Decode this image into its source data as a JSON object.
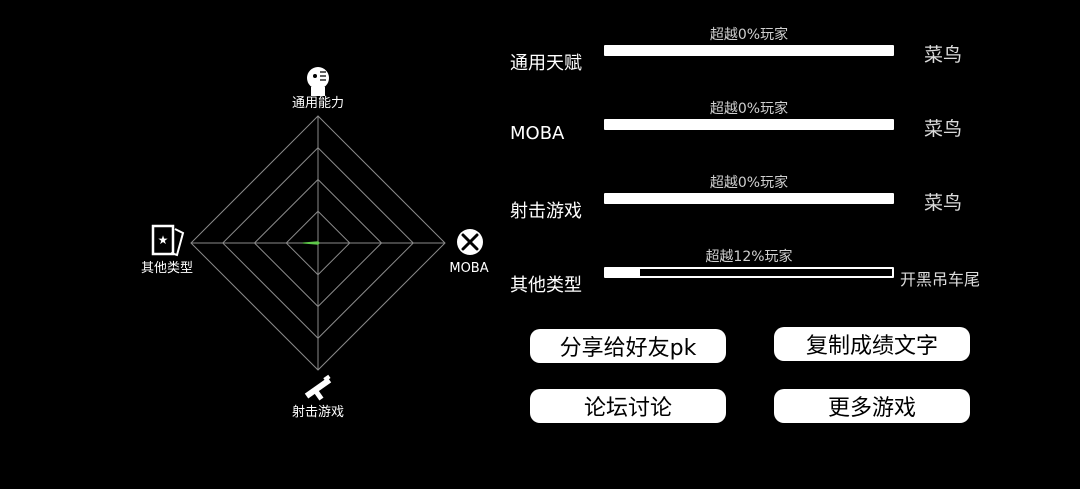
{
  "radar": {
    "axes": [
      {
        "label": "通用能力",
        "icon": "robot-head-icon"
      },
      {
        "label": "MOBA",
        "icon": "sword-shield-icon"
      },
      {
        "label": "射击游戏",
        "icon": "rifle-icon"
      },
      {
        "label": "其他类型",
        "icon": "card-icon"
      }
    ],
    "colors": {
      "grid": "#8a8a8a",
      "fill": "#5fc94a"
    }
  },
  "stats": [
    {
      "category": "通用天赋",
      "percentile_text": "超越0%玩家",
      "percentile": 0,
      "rank": "菜鸟"
    },
    {
      "category": "MOBA",
      "percentile_text": "超越0%玩家",
      "percentile": 0,
      "rank": "菜鸟"
    },
    {
      "category": "射击游戏",
      "percentile_text": "超越0%玩家",
      "percentile": 0,
      "rank": "菜鸟"
    },
    {
      "category": "其他类型",
      "percentile_text": "超越12%玩家",
      "percentile": 12,
      "rank": "开黑吊车尾"
    }
  ],
  "buttons": {
    "share": "分享给好友pk",
    "copy": "复制成绩文字",
    "forum": "论坛讨论",
    "more": "更多游戏"
  }
}
